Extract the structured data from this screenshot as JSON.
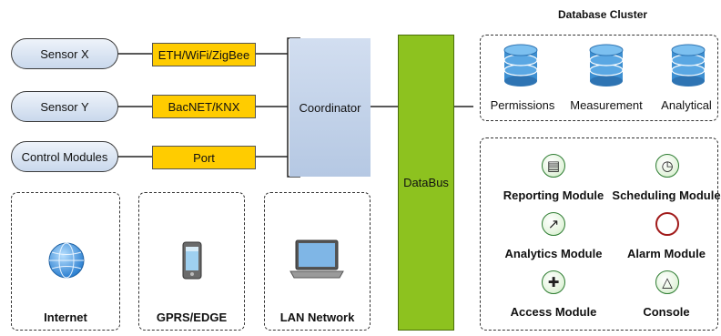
{
  "sensors": [
    {
      "label": "Sensor X"
    },
    {
      "label": "Sensor Y"
    },
    {
      "label": "Control Modules"
    }
  ],
  "protocols": [
    {
      "label": "ETH/WiFi/ZigBee"
    },
    {
      "label": "BacNET/KNX"
    },
    {
      "label": "Port"
    }
  ],
  "coordinator": {
    "label": "Coordinator"
  },
  "databus": {
    "label": "DataBus"
  },
  "networks": [
    {
      "label": "Internet",
      "icon": "globe-icon"
    },
    {
      "label": "GPRS/EDGE",
      "icon": "phone-icon"
    },
    {
      "label": "LAN Network",
      "icon": "laptop-icon"
    }
  ],
  "database_cluster": {
    "title": "Database Cluster",
    "databases": [
      {
        "label": "Permissions",
        "icon": "database-icon"
      },
      {
        "label": "Measurement",
        "icon": "database-icon"
      },
      {
        "label": "Analytical",
        "icon": "database-icon"
      }
    ]
  },
  "modules": [
    {
      "label": "Reporting Module",
      "icon": "document-icon",
      "glyph": "▤"
    },
    {
      "label": "Scheduling Module",
      "icon": "clock-icon",
      "glyph": "◷"
    },
    {
      "label": "Analytics Module",
      "icon": "chart-icon",
      "glyph": "↗"
    },
    {
      "label": "Alarm Module",
      "icon": "alarm-icon",
      "glyph": ""
    },
    {
      "label": "Access Module",
      "icon": "plus-icon",
      "glyph": "✚"
    },
    {
      "label": "Console",
      "icon": "triangle-icon",
      "glyph": "△"
    }
  ],
  "colors": {
    "protocol": "#ffcc00",
    "databus": "#8dc21f",
    "database": "#3d8fd1",
    "sensor": "#c9d8ec"
  }
}
